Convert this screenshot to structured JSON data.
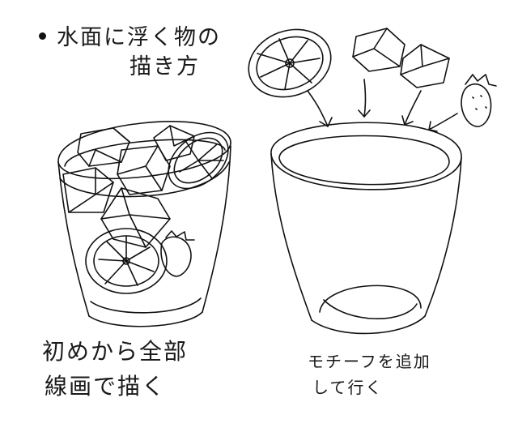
{
  "heading": {
    "line1": "水面に浮く物の",
    "line2": "描き方"
  },
  "captions": {
    "left_line1": "初めから全部",
    "left_line2": "線画で描く",
    "right_line1": "モチーフを追加",
    "right_line2": "して行く"
  },
  "colors": {
    "ink": "#111111",
    "paper": "#ffffff"
  }
}
